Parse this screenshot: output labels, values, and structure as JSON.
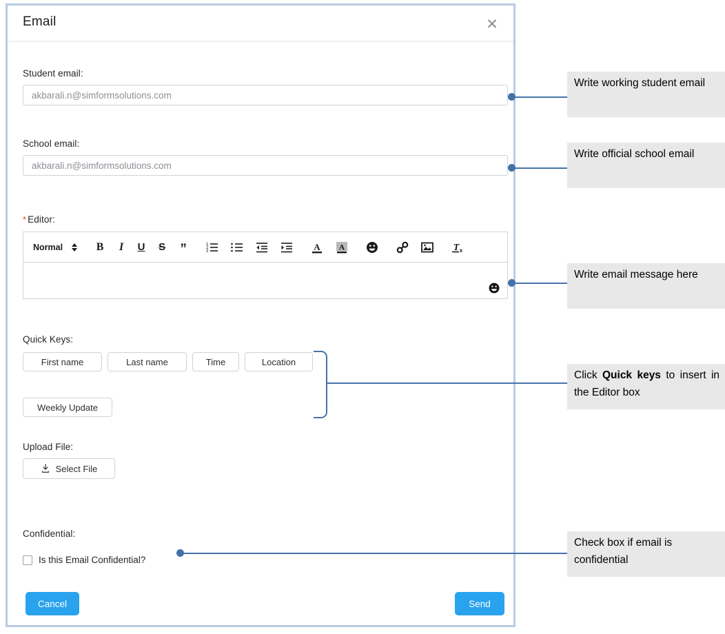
{
  "dialog": {
    "title": "Email",
    "close_icon": "close-icon",
    "fields": {
      "student_email": {
        "label": "Student email:",
        "value": "akbarali.n@simformsolutions.com"
      },
      "school_email": {
        "label": "School email:",
        "value": "akbarali.n@simformsolutions.com"
      },
      "editor": {
        "label": "Editor:",
        "required_marker": "*",
        "value": ""
      },
      "quick_keys": {
        "label": "Quick Keys:"
      },
      "upload_file": {
        "label": "Upload File:",
        "button": "Select File"
      },
      "confidential": {
        "label": "Confidential:",
        "checkbox_label": "Is this Email Confidential?",
        "checked": false
      }
    },
    "editor_toolbar": {
      "format_select": "Normal",
      "tools": [
        "bold-icon",
        "italic-icon",
        "underline-icon",
        "strikethrough-icon",
        "blockquote-icon",
        "ordered-list-icon",
        "bullet-list-icon",
        "outdent-icon",
        "indent-icon",
        "text-color-icon",
        "background-color-icon",
        "emoji-icon",
        "link-icon",
        "image-icon",
        "clear-format-icon"
      ],
      "emoji_button": "emoji-icon"
    },
    "quick_keys": [
      "First name",
      "Last name",
      "Time",
      "Location",
      "Weekly Update"
    ],
    "footer": {
      "cancel": "Cancel",
      "send": "Send"
    }
  },
  "annotations": [
    {
      "id": "student-email",
      "text": "Write working student email"
    },
    {
      "id": "school-email",
      "text": "Write official school email"
    },
    {
      "id": "editor",
      "text": "Write email message here"
    },
    {
      "id": "quick-keys",
      "prefix": "Click ",
      "bold": "Quick keys",
      "suffix": " to insert in the Editor box"
    },
    {
      "id": "confidential",
      "text": "Check box if email is confidential"
    }
  ],
  "colors": {
    "dialog_border": "#b9cbe3",
    "accent_button": "#29a3ee",
    "annotation_bg": "#e8e8e8",
    "connector": "#4472a8",
    "required": "#e8392b"
  }
}
